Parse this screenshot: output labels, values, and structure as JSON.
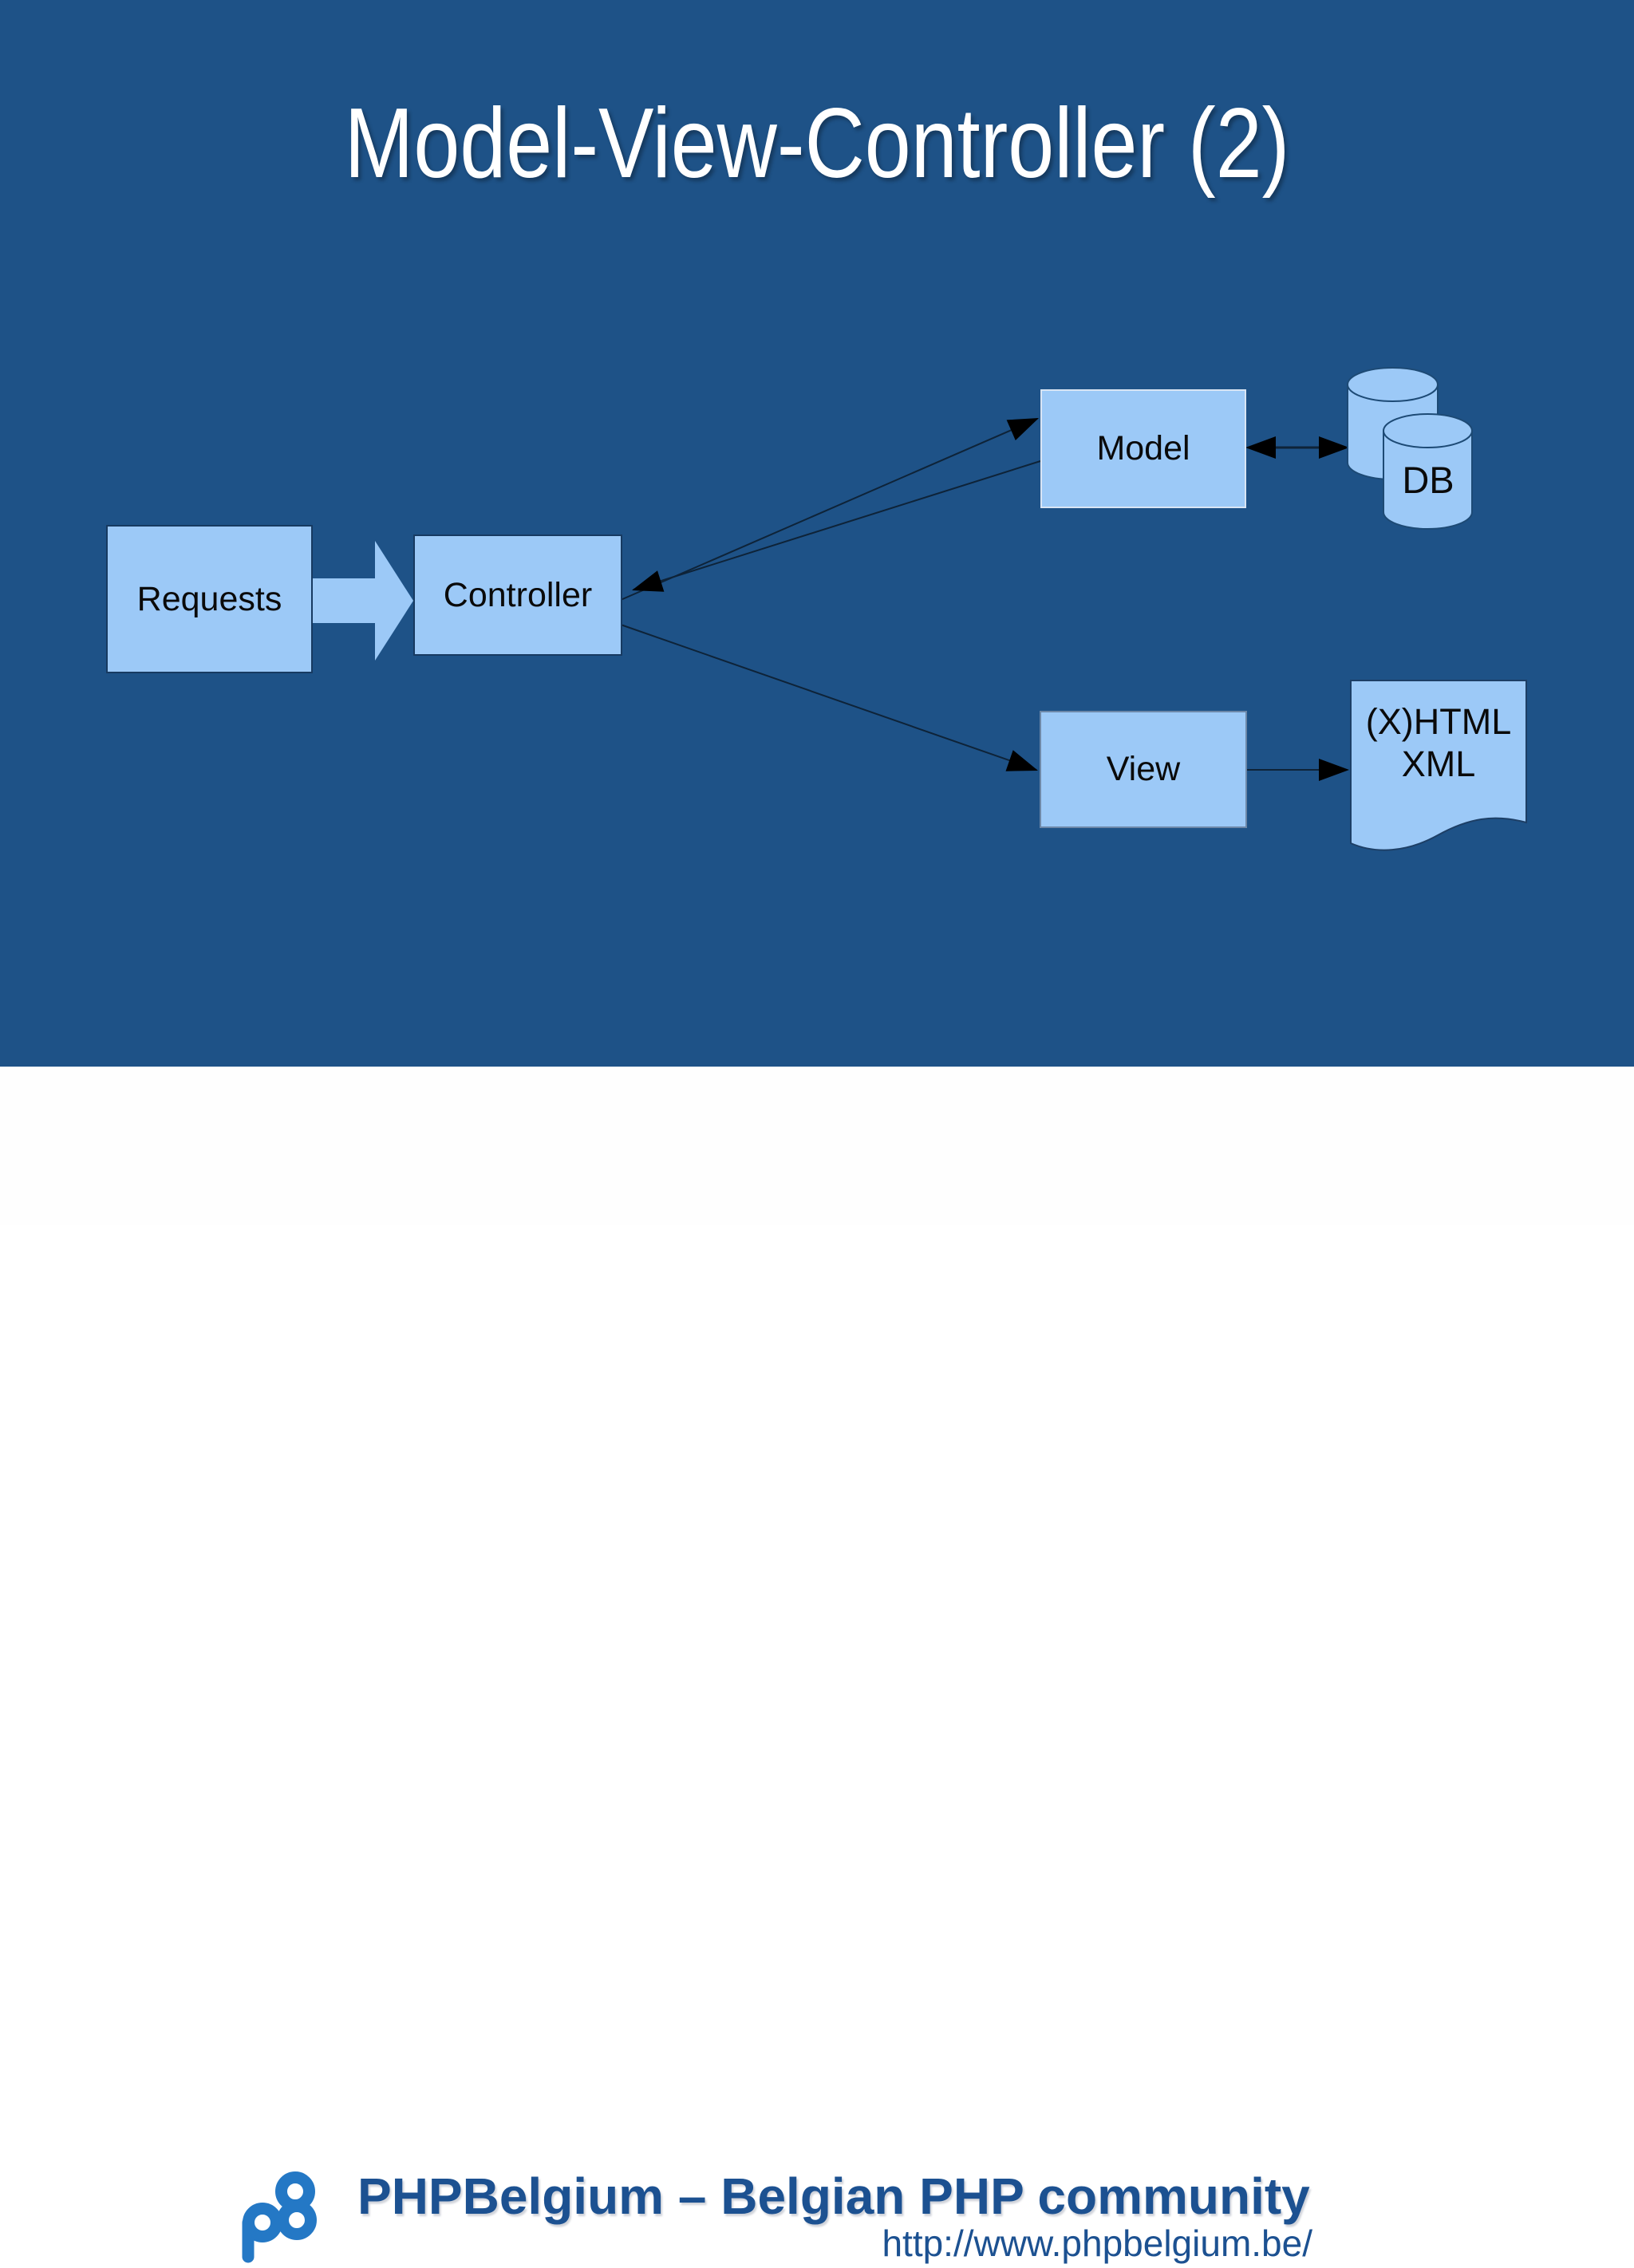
{
  "slide": {
    "title": "Model-View-Controller (2)"
  },
  "diagram": {
    "requests": {
      "label": "Requests"
    },
    "controller": {
      "label": "Controller"
    },
    "model": {
      "label": "Model"
    },
    "view": {
      "label": "View"
    },
    "db": {
      "label": "DB"
    },
    "output": {
      "line1": "(X)HTML",
      "line2": "XML"
    },
    "connections": [
      "requests -> controller (block arrow)",
      "controller -> model",
      "model -> controller",
      "controller -> view",
      "model <-> db",
      "view -> output"
    ]
  },
  "footer": {
    "org": "PHPBelgium – Belgian PHP community",
    "url": "http://www.phpbelgium.be/",
    "logo": "phpbelgium-logo"
  },
  "colors": {
    "background": "#1e5287",
    "node_fill": "#9cc9f7",
    "line": "#0e2338",
    "arrowhead": "#000000",
    "title_text": "#ffffff",
    "node_text": "#0a0a0a",
    "footer_text": "#1c5191",
    "logo_blue": "#2478c5",
    "footer_background": "#fefefe"
  }
}
